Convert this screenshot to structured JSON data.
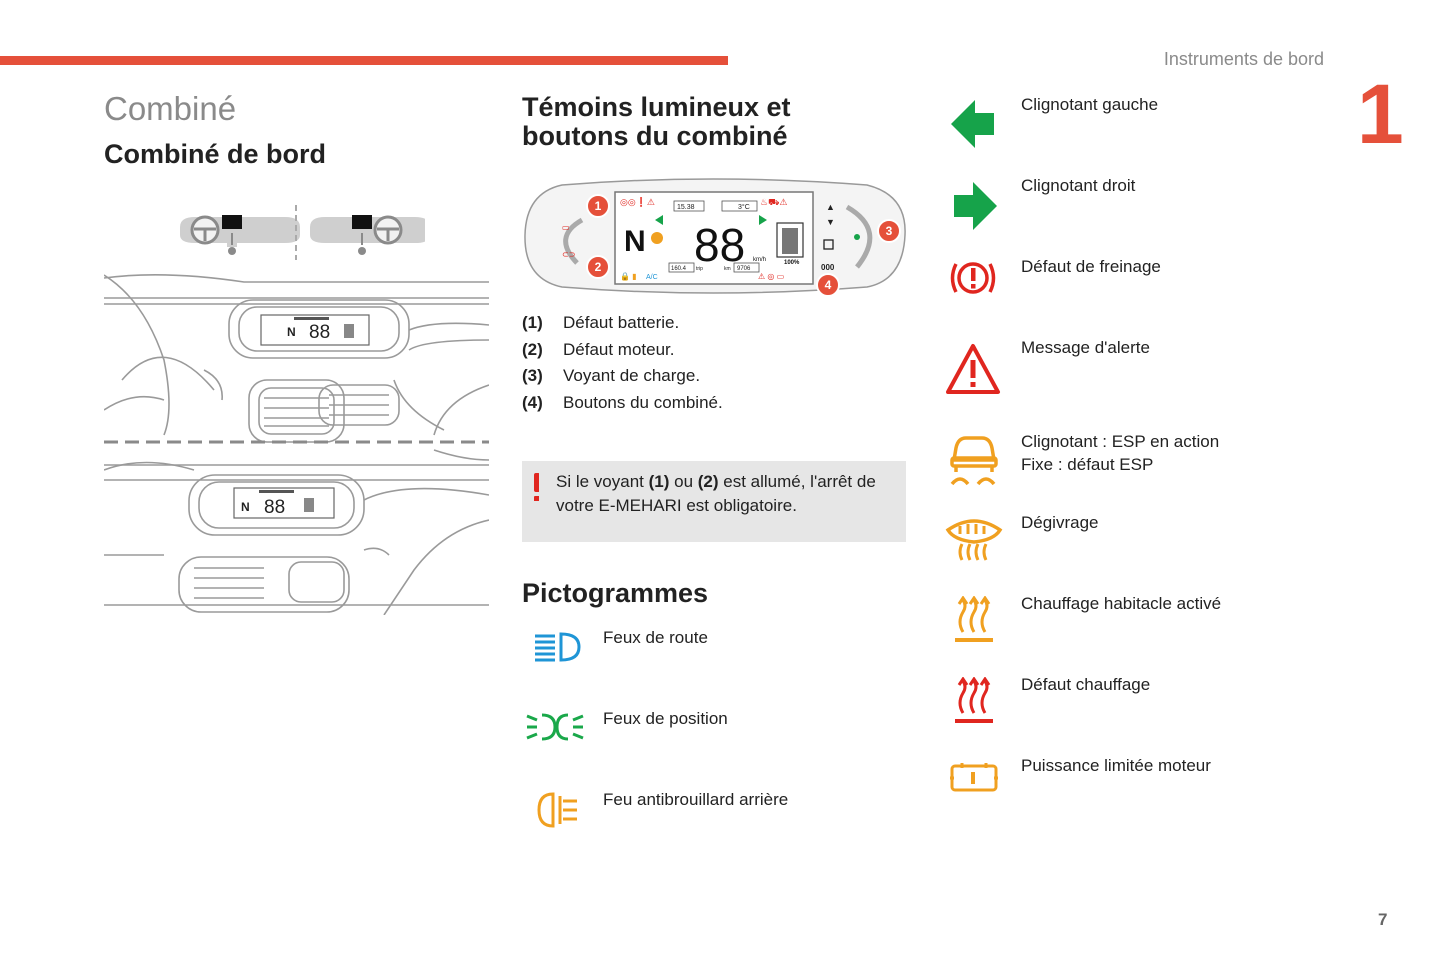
{
  "header": {
    "section": "Instruments de bord",
    "chapter": "1",
    "page": "7"
  },
  "left": {
    "title": "Combiné",
    "subtitle": "Combiné de bord",
    "illustration": {
      "display_gear": "N",
      "display_speed": "88"
    }
  },
  "middle": {
    "title_line1": "Témoins lumineux et",
    "title_line2": "boutons du combiné",
    "cluster": {
      "gear": "N",
      "speed": "88",
      "speed_unit": "km/h",
      "time": "15.38",
      "temp": "3°C",
      "trip": "160.4",
      "trip_label": "trip",
      "km_label": "km",
      "odo": "9706",
      "battery_pct": "100%",
      "ac": "A/C",
      "button_label": "000",
      "callouts": [
        "1",
        "2",
        "3",
        "4"
      ]
    },
    "legend": [
      {
        "num": "(1)",
        "text": "Défaut batterie."
      },
      {
        "num": "(2)",
        "text": "Défaut moteur."
      },
      {
        "num": "(3)",
        "text": "Voyant de charge."
      },
      {
        "num": "(4)",
        "text": "Boutons du combiné."
      }
    ],
    "warning": {
      "part1": "Si le voyant ",
      "b1": "(1)",
      "part2": " ou ",
      "b2": "(2)",
      "part3": " est allumé, l'arrêt de votre E-MEHARI est obligatoire."
    },
    "picto_title": "Pictogrammes",
    "pictos": [
      {
        "icon": "high-beam-icon",
        "label": "Feux de route",
        "color": "#1f95d6"
      },
      {
        "icon": "position-lights-icon",
        "label": "Feux de position",
        "color": "#1aa84a"
      },
      {
        "icon": "rear-fog-icon",
        "label": "Feu antibrouillard arrière",
        "color": "#f0a020"
      }
    ]
  },
  "right": {
    "pictos": [
      {
        "icon": "turn-left-icon",
        "lines": [
          "Clignotant gauche"
        ],
        "color": "#16a34a"
      },
      {
        "icon": "turn-right-icon",
        "lines": [
          "Clignotant droit"
        ],
        "color": "#16a34a"
      },
      {
        "icon": "brake-fault-icon",
        "lines": [
          "Défaut de freinage"
        ],
        "color": "#e0261f"
      },
      {
        "icon": "alert-triangle-icon",
        "lines": [
          "Message d'alerte"
        ],
        "color": "#e0261f"
      },
      {
        "icon": "esp-icon",
        "lines": [
          "Clignotant : ESP en action",
          "Fixe : défaut ESP"
        ],
        "color": "#f0a020"
      },
      {
        "icon": "defrost-icon",
        "lines": [
          "Dégivrage"
        ],
        "color": "#f0a020"
      },
      {
        "icon": "cabin-heating-icon",
        "lines": [
          "Chauffage habitacle activé"
        ],
        "color": "#f0a020"
      },
      {
        "icon": "heating-fault-icon",
        "lines": [
          "Défaut chauffage"
        ],
        "color": "#e0261f"
      },
      {
        "icon": "power-limit-icon",
        "lines": [
          "Puissance limitée moteur"
        ],
        "color": "#f0a020"
      }
    ]
  }
}
